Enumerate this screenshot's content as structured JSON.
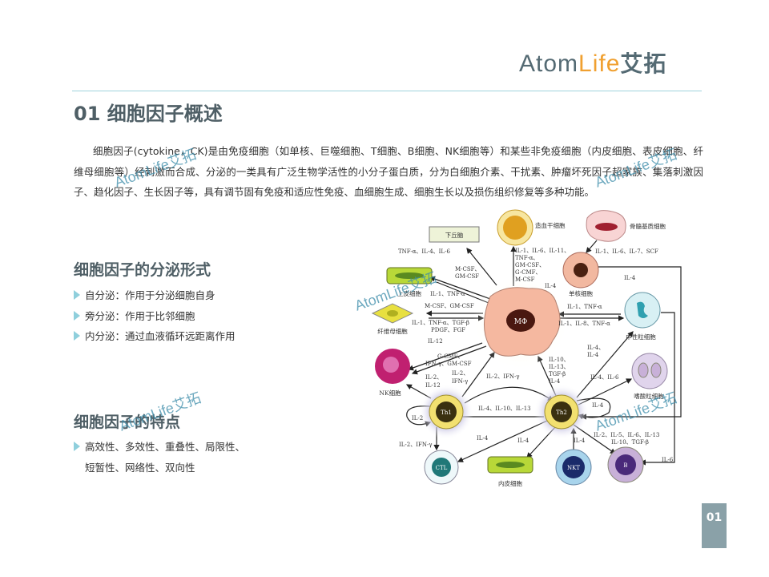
{
  "logo": {
    "brand_a": "Atom",
    "brand_b": "Life",
    "brand_cn": "艾拓"
  },
  "title": "01 细胞因子概述",
  "intro": "细胞因子(cytokine，CK)是由免疫细胞（如单核、巨噬细胞、T细胞、B细胞、NK细胞等）和某些非免疫细胞（内皮细胞、表皮细胞、纤维母细胞等）经刺激而合成、分泌的一类具有广泛生物学活性的小分子蛋白质，分为白细胞介素、干扰素、肿瘤坏死因子超家族、集落刺激因子、趋化因子、生长因子等，具有调节固有免疫和适应性免疫、血细胞生成、细胞生长以及损伤组织修复等多种功能。",
  "secretion": {
    "heading": "细胞因子的分泌形式",
    "items": [
      "自分泌：作用于分泌细胞自身",
      "旁分泌：作用于比邻细胞",
      "内分泌：通过血液循环远距离作用"
    ]
  },
  "features": {
    "heading": "细胞因子的特点",
    "items": [
      "高效性、多效性、重叠性、局限性、",
      "短暂性、网络性、双向性"
    ]
  },
  "page_number": "01",
  "watermark": "AtomLife艾拓",
  "diagram": {
    "cells": {
      "hypothalamus": "下丘脑",
      "hsc": "造血干细胞",
      "stroma": "骨髓基质细胞",
      "mono": "单核细胞",
      "mphi": "MΦ",
      "epi": "上皮细胞",
      "fibro": "纤维母细胞",
      "nk": "NK细胞",
      "neutro": "中性粒细胞",
      "eosino": "嗜酸粒细胞",
      "th1": "Th1",
      "th2": "Th2",
      "ctl": "CTL",
      "endo": "内皮细胞",
      "nkt": "NKT",
      "b": "B"
    },
    "labels": {
      "l1": "TNF-α、IL-4、IL-6",
      "l2a": "M-CSF、",
      "l2b": "GM-CSF",
      "l3": "IL-1、TNF-α",
      "l4": "M-CSF、GM-CSF",
      "l5a": "IL-1、TNF-α、TGF-β",
      "l5b": "PDGF、FGF",
      "l6": "IL-12",
      "l7a": "G-CMF、",
      "l7b": "IFN-γ、GM-CSF",
      "l8a": "IL-2、",
      "l8b": "IL-12",
      "l9a": "IL-2、",
      "l9b": "IFN-γ",
      "l10": "IL-2、IFN-γ",
      "l11a": "IL-1、IL-6、IL-11、",
      "l11b": "TNF-α、",
      "l11c": "GM-CSF、",
      "l11d": "G-CMF、",
      "l11e": "M-CSF",
      "l12": "IL-1、IL-6、IL-7、SCF",
      "l13": "IL-4",
      "l14": "IL-4",
      "l15": "IL-1、TNF-α",
      "l16": "IL-1、IL-8、TNF-α",
      "l17a": "IL-10、",
      "l17b": "IL-13、",
      "l17c": "TGF-β",
      "l17d": "IL-4",
      "l18a": "IL-4、",
      "l18b": "IL-4",
      "l19": "IL-4、IL-6",
      "l20": "IL-4、IL-10、IL-13",
      "l21": "IL-4",
      "l22": "IL-2",
      "l23": "IL-2、IFN-γ",
      "l24": "IL-4",
      "l25": "IL-4",
      "l26": "IL-4",
      "l27a": "IL-2、IL-5、IL-6、IL-13",
      "l27b": "IL-10、TGF-β",
      "l28": "IL-6"
    }
  }
}
